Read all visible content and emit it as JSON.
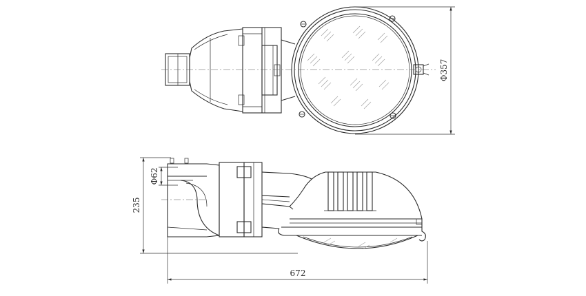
{
  "dimensions": {
    "diameter": "Φ357",
    "small_diameter": "Φ62",
    "height": "235",
    "length": "672"
  }
}
